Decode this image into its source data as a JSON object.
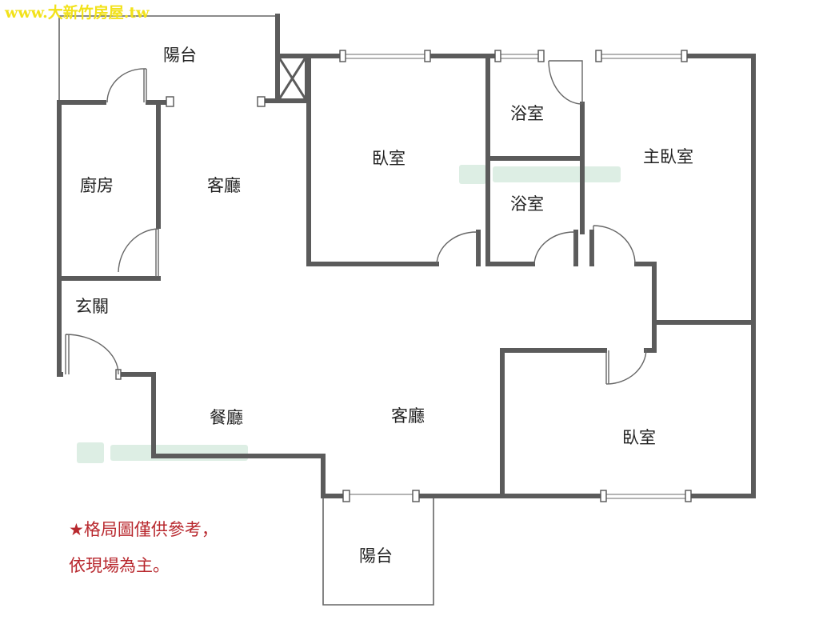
{
  "site_name": "www.大新竹房屋.tw",
  "rooms": {
    "balcony_top": "陽台",
    "kitchen": "廚房",
    "living_top": "客廳",
    "bedroom_1": "臥室",
    "bath_1": "浴室",
    "bath_2": "浴室",
    "master_bedroom": "主臥室",
    "foyer": "玄關",
    "dining": "餐廳",
    "living_main": "客廳",
    "bedroom_2": "臥室",
    "balcony_bottom": "陽台"
  },
  "note": {
    "line1": "★格局圖僅供參考，",
    "line2": "依現場為主。"
  },
  "colors": {
    "wall": "#5b5b5b",
    "note": "#b8282e",
    "site_name": "#f2e21a",
    "watermark": "#cfe7d8"
  }
}
